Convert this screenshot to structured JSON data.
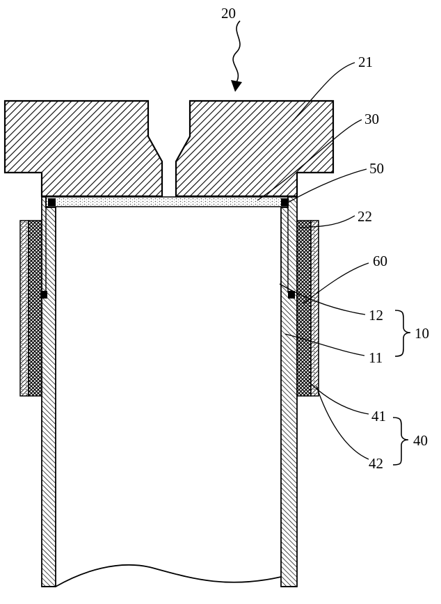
{
  "diagram": {
    "labels": {
      "assembly": "20",
      "cap": "21",
      "sleeve_inner": "22",
      "membrane": "30",
      "seal_ring": "50",
      "heater_layer": "60",
      "tube_inner": "12",
      "tube_outer": "11",
      "tube_group": "10",
      "layer_41": "41",
      "layer_42": "42",
      "layer_group": "40"
    }
  }
}
